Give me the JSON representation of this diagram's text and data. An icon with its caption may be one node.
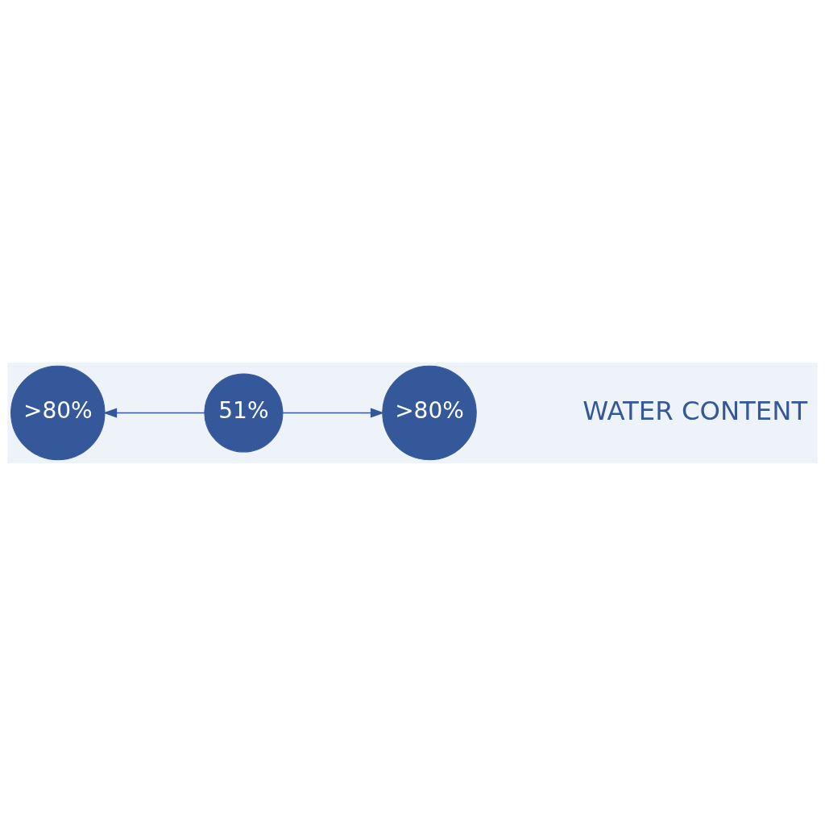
{
  "diagram": {
    "nodes": [
      {
        "text": [
          ">80%"
        ]
      },
      {
        "text": [
          "51%"
        ]
      },
      {
        "text": [
          ">80%"
        ]
      }
    ],
    "edges": [
      {
        "from": 1,
        "to": 0,
        "arrow": "to"
      },
      {
        "from": 1,
        "to": 2,
        "arrow": "to"
      }
    ],
    "labels": [
      "WATER CONTENT"
    ]
  }
}
